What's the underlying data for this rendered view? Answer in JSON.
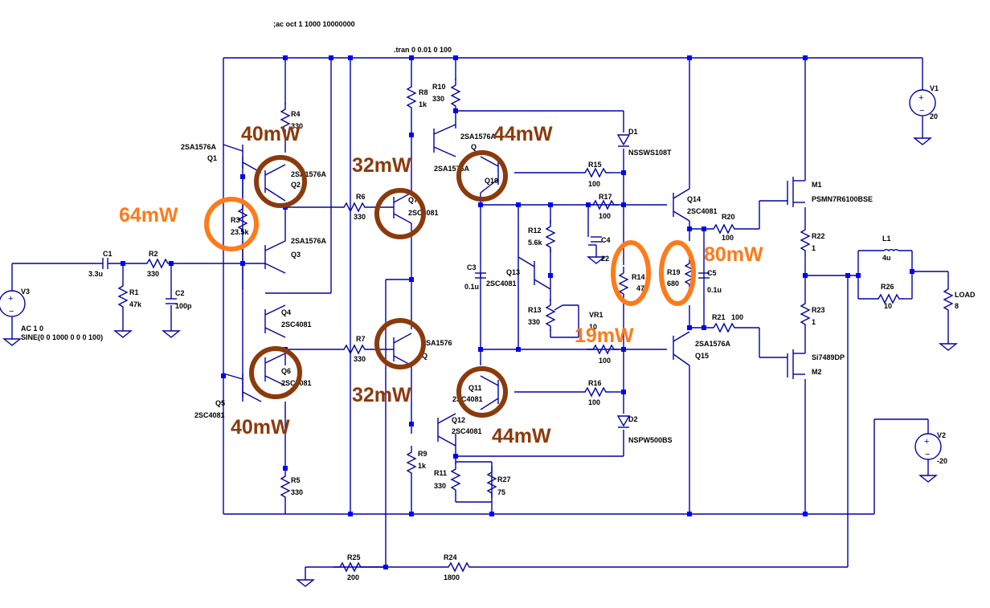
{
  "directives": {
    "ac": ";ac oct 1 1000 10000000",
    "tran": ".tran 0 0.01 0 100"
  },
  "colors": {
    "wire": "#0000a8",
    "junction": "#0000ff",
    "brown": "#8b3a0c",
    "orange": "#ff7a1a"
  },
  "sources": {
    "V1": {
      "name": "V1",
      "value": "20"
    },
    "V2": {
      "name": "V2",
      "value": "-20"
    },
    "V3": {
      "name": "V3",
      "line1": "AC 1 0",
      "line2": "SINE(0 0 1000 0 0 0 100)"
    }
  },
  "resistors": {
    "R1": {
      "name": "R1",
      "value": "47k"
    },
    "R2": {
      "name": "R2",
      "value": "330"
    },
    "R3": {
      "name": "R3",
      "value": "23.5k"
    },
    "R4": {
      "name": "R4",
      "value": "330"
    },
    "R5": {
      "name": "R5",
      "value": "330"
    },
    "R6": {
      "name": "R6",
      "value": "330"
    },
    "R7": {
      "name": "R7",
      "value": "330"
    },
    "R8": {
      "name": "R8",
      "value": "1k"
    },
    "R9": {
      "name": "R9",
      "value": "1k"
    },
    "R10": {
      "name": "R10",
      "value": "330"
    },
    "R11": {
      "name": "R11",
      "value": "330"
    },
    "R12": {
      "name": "R12",
      "value": "5.6k"
    },
    "R13": {
      "name": "R13",
      "value": "330"
    },
    "R14": {
      "name": "R14",
      "value": "47"
    },
    "R15": {
      "name": "R15",
      "value": "100"
    },
    "R16": {
      "name": "R16",
      "value": "100"
    },
    "R17": {
      "name": "R17",
      "value": "100"
    },
    "R18": {
      "name": "",
      "value": "100"
    },
    "R19": {
      "name": "R19",
      "value": "680"
    },
    "R20": {
      "name": "R20",
      "value": "100"
    },
    "R21": {
      "name": "R21",
      "value": "100"
    },
    "R22": {
      "name": "R22",
      "value": "1"
    },
    "R23": {
      "name": "R23",
      "value": "1"
    },
    "R24": {
      "name": "R24",
      "value": "1800"
    },
    "R25": {
      "name": "R25",
      "value": "200"
    },
    "R26": {
      "name": "R26",
      "value": "10"
    },
    "R27": {
      "name": "R27",
      "value": "75"
    },
    "VR1": {
      "name": "VR1",
      "value": "10"
    },
    "LOAD": {
      "name": "LOAD",
      "value": "8"
    }
  },
  "capacitors": {
    "C1": {
      "name": "C1",
      "value": "3.3u"
    },
    "C2": {
      "name": "C2",
      "value": "100p"
    },
    "C3": {
      "name": "C3",
      "value": "0.1u"
    },
    "C4": {
      "name": "C4",
      "value": "22"
    },
    "C5": {
      "name": "C5",
      "value": "0.1u"
    }
  },
  "inductors": {
    "L1": {
      "name": "L1",
      "value": "4u"
    }
  },
  "transistors": {
    "Q1": {
      "name": "Q1",
      "part": "2SA1576A"
    },
    "Q2": {
      "name": "Q2",
      "part": "2SA1576A"
    },
    "Q3": {
      "name": "Q3",
      "part": "2SA1576A"
    },
    "Q4": {
      "name": "Q4",
      "part": "2SC4081"
    },
    "Q5": {
      "name": "Q5",
      "part": "2SC4081"
    },
    "Q6": {
      "name": "Q6",
      "part": "2SC4081"
    },
    "Q7": {
      "name": "Q7",
      "part": "2SC4081"
    },
    "Q8": {
      "name": "Q",
      "part": "2SA1576A"
    },
    "Q9": {
      "name": "Q",
      "part": "2SA1576"
    },
    "Q10": {
      "name": "Q10",
      "part": "2SA1576A"
    },
    "Q11": {
      "name": "Q11",
      "part": "2SC4081"
    },
    "Q12": {
      "name": "Q12",
      "part": "2SC4081"
    },
    "Q13": {
      "name": "Q13",
      "part": "2SC4081"
    },
    "Q14": {
      "name": "Q14",
      "part": "2SC4081"
    },
    "Q15": {
      "name": "Q15",
      "part": "2SA1576A"
    },
    "M1": {
      "name": "M1",
      "part": "PSMN7R6100BSE"
    },
    "M2": {
      "name": "M2",
      "part": "Si7489DP"
    }
  },
  "diodes": {
    "D1": {
      "name": "D1",
      "part": "NSSWS108T"
    },
    "D2": {
      "name": "D2",
      "part": "NSPW500BS"
    }
  },
  "power_annotations": [
    {
      "label": "40mW"
    },
    {
      "label": "40mW"
    },
    {
      "label": "64mW"
    },
    {
      "label": "32mW"
    },
    {
      "label": "32mW"
    },
    {
      "label": "44mW"
    },
    {
      "label": "44mW"
    },
    {
      "label": "80mW"
    },
    {
      "label": "19mW"
    }
  ]
}
